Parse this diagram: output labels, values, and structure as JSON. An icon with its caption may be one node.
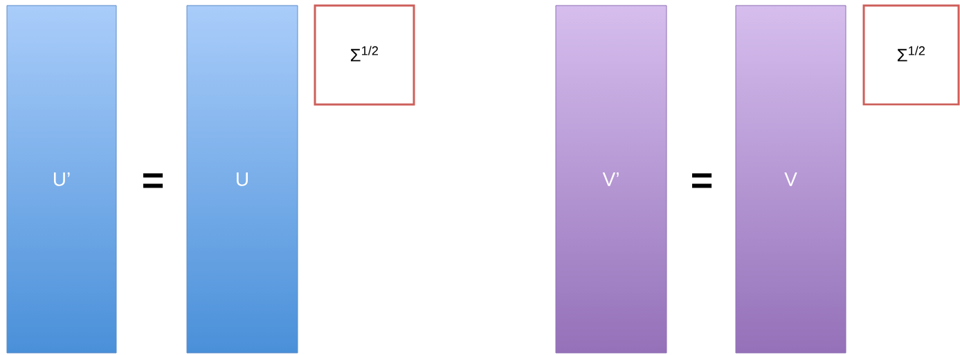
{
  "diagram": {
    "nodes": [
      {
        "text": [
          "U’"
        ]
      },
      {
        "text": [
          "U"
        ]
      },
      {
        "text": [
          "Σ$^{1/2}$"
        ]
      },
      {
        "text": [
          "V’"
        ]
      },
      {
        "text": [
          "V"
        ]
      },
      {
        "text": [
          "Σ$^{1/2}$"
        ]
      }
    ],
    "labels": [
      "=",
      "="
    ]
  }
}
